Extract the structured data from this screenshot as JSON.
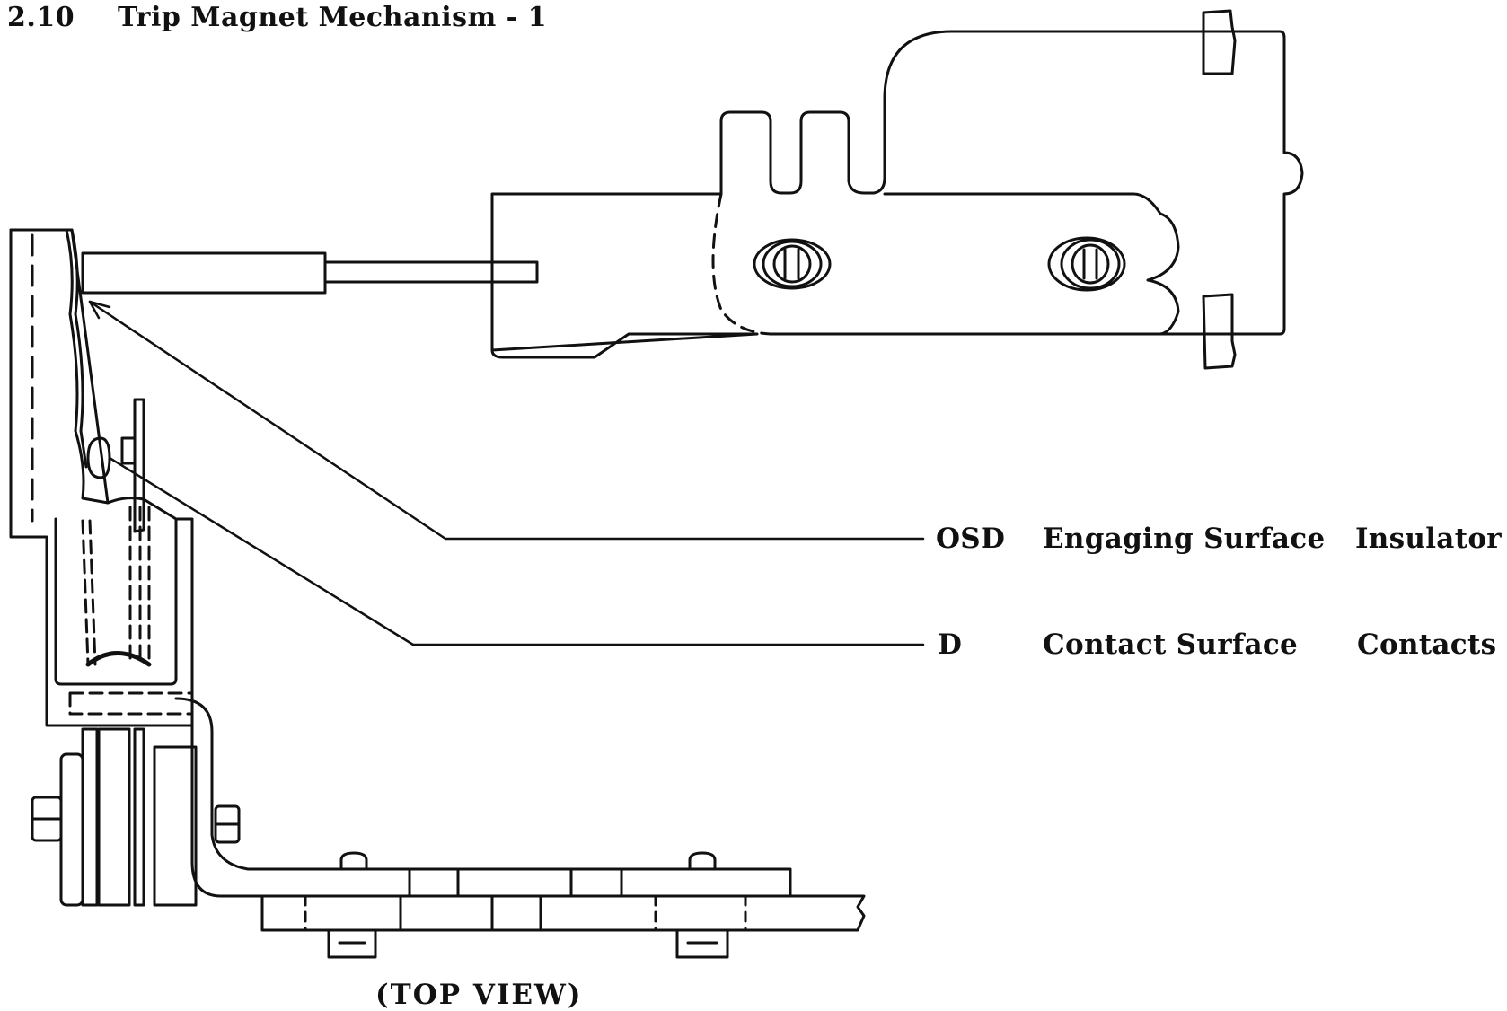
{
  "heading": {
    "number": "2.10",
    "title": "Trip Magnet Mechanism - 1"
  },
  "callouts": [
    {
      "code": "OSD",
      "surface": "Engaging Surface",
      "part": "Insulator"
    },
    {
      "code": "D",
      "surface": "Contact Surface",
      "part": "Contacts"
    }
  ],
  "caption": "(TOP  VIEW)"
}
